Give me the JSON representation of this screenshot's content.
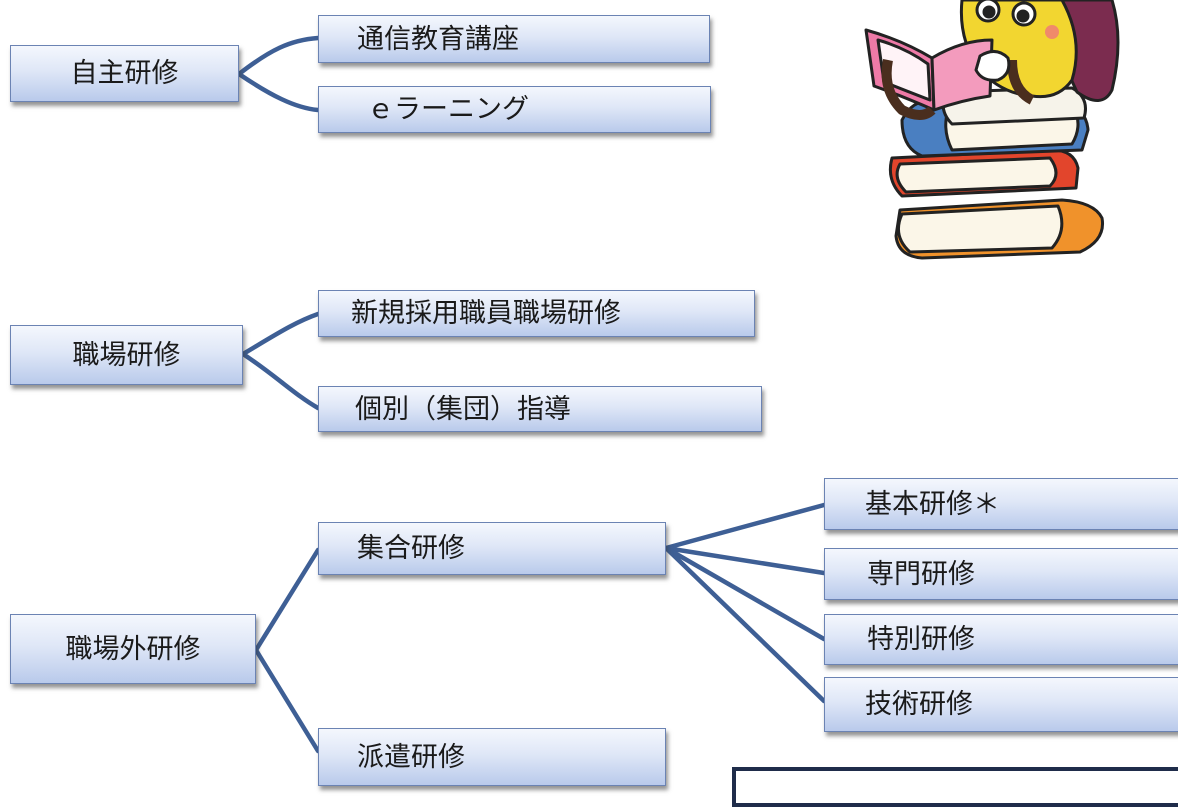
{
  "diagram": {
    "groups": [
      {
        "id": "self",
        "label": "自主研修",
        "children": [
          "通信教育講座",
          "ｅラーニング"
        ]
      },
      {
        "id": "workplace",
        "label": "職場研修",
        "children": [
          "新規採用職員職場研修",
          "個別（集団）指導"
        ]
      },
      {
        "id": "offsite",
        "label": "職場外研修",
        "children": [
          {
            "label": "集合研修",
            "children": [
              "基本研修＊",
              "専門研修",
              "特別研修",
              "技術研修"
            ]
          },
          {
            "label": "派遣研修"
          }
        ]
      }
    ]
  },
  "colors": {
    "line": "#3e5f95",
    "box_border": "#6b83b3",
    "box_top": "#f4f7fd",
    "box_bottom": "#b9caeb"
  },
  "mascot": "reading-mascot-on-books-icon"
}
